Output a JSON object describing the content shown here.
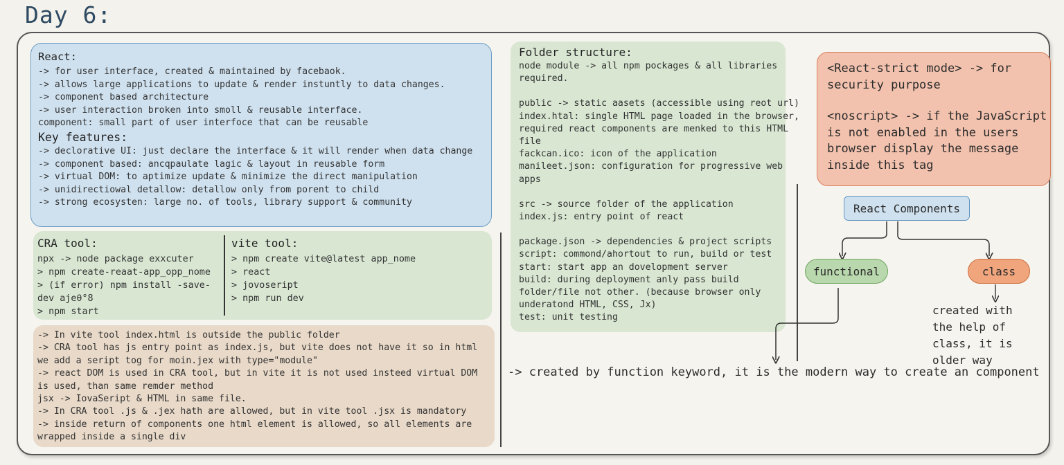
{
  "title": "Day 6:",
  "react": {
    "heading": "React:",
    "lines": [
      "-> for user interface, created & maintained by facebaok.",
      "-> allows large applications to update & render instuntly to data changes.",
      "-> component based architecture",
      "-> user interaction broken into smoll & reusable interface.",
      "component: small part of user interfoce that can be reusable"
    ],
    "features_heading": "Key features:",
    "features": [
      "-> declorative UI: just declare the interface & it will render when data change",
      "-> component based: ancqpaulate lagic & layout in reusable form",
      "-> virtual DOM: to aptimize update & minimize the direct manipulation",
      "-> unidirectiowal detallow: detallow only from porent to child",
      "-> strong ecosysten: large no. of tools, library support & community"
    ]
  },
  "cra": {
    "heading": "CRA tool:",
    "lines": [
      "npx -> node package exxcuter",
      "> npm create-reaat-app_opp_nome",
      "> (if error) npm install -save-dev ajeθ°8",
      "> npm start"
    ]
  },
  "vite": {
    "heading": "vite tool:",
    "lines": [
      "> npm create vite@latest app_nome",
      "> react",
      "> jovoseript",
      "> npm run dev"
    ]
  },
  "notes": [
    "-> In vite tool index.html is outside the public folder",
    "-> CRA tool has js entry point as index.js, but vite does not have it so in html",
    "we add a seript tog for moin.jex with type=\"module\"",
    "-> react DOM is used in CRA tool, but in vite it is not used insteed virtual DOM",
    "is used, than same remder method",
    "jsx -> IovaSeript & HTML in same file.",
    "-> In CRA tool .js & .jex hath are allowed, but in vite tool .jsx is mandatory",
    "-> inside return of components one html element is allowed, so all elements are",
    "wrapped inside a single div"
  ],
  "folder": {
    "heading": "Folder structure:",
    "groups": [
      [
        "node module -> all npm pockages & all libraries",
        "required."
      ],
      [
        "public -> static aasets (accessible using reot url)",
        "index.htal: single HTML page loaded in the browser,",
        "required react components are menked to this HTML",
        "file",
        "fackcan.ico: icon of the application",
        "manileet.json: configuration for progressive web",
        "apps"
      ],
      [
        "src -> source folder of the application",
        "index.js: entry point of react"
      ],
      [
        "package.json -> dependencies & project scripts",
        "script: commond/ahortout to run, build or test",
        "start: start app an dovelopment server",
        "build: during deployment anly pass build",
        "folder/file not other. (because browser only",
        "underatond HTML, CSS, Jx)",
        "test: unit testing"
      ]
    ]
  },
  "strict": {
    "group1": [
      "<React-strict mode> -> for",
      "security purpose"
    ],
    "group2": [
      "<noscript> -> if the JavaScript",
      "is not enabled in the users",
      "browser display the message",
      "inside this tag"
    ]
  },
  "components": {
    "root": "React Components",
    "functional": "functional",
    "class": "class",
    "class_note": [
      "created with",
      "the help of",
      "class, it is",
      "older way"
    ],
    "functional_note": "-> created by function keyword, it is the modern way to create an component"
  }
}
